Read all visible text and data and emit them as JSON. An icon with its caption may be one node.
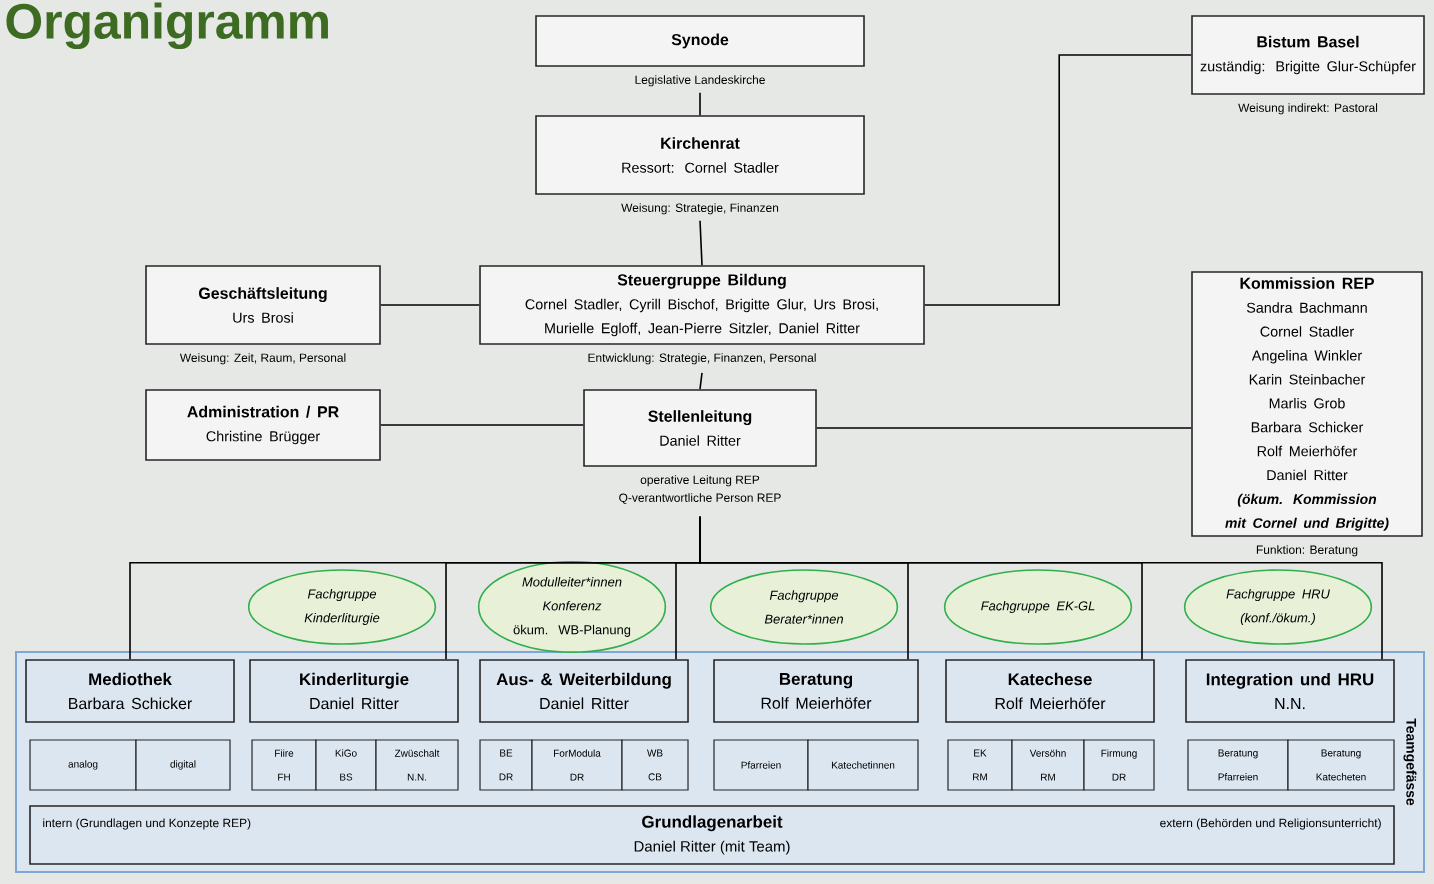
{
  "diagram": {
    "title": "Organigramm",
    "nodes": [
      {
        "text": [
          "Synode"
        ],
        "beside": [
          "Legislative Landeskirche"
        ]
      },
      {
        "text": [
          "Bistum Basel",
          "zuständig: Brigitte Glur-Schüpfer"
        ],
        "beside": [
          "Weisung indirekt: Pastoral"
        ]
      },
      {
        "text": [
          "Kirchenrat",
          "Ressort: Cornel Stadler"
        ],
        "beside": [
          "Weisung: Strategie, Finanzen"
        ]
      },
      {
        "text": [
          "Geschäftsleitung",
          "Urs Brosi"
        ],
        "beside": [
          "Weisung: Zeit, Raum, Personal"
        ]
      },
      {
        "text": [
          "Steuergruppe Bildung",
          "Cornel Stadler, Cyrill Bischof, Brigitte Glur, Urs Brosi, Murielle Egloff, Jean-Pierre Sitzler, Daniel Ritter"
        ],
        "beside": [
          "Entwicklung: Strategie, Finanzen, Personal"
        ]
      },
      {
        "text": [
          "Kommission REP",
          "Sandra Bachmann",
          "Cornel Stadler",
          "Angelina Winkler",
          "Karin Steinbacher",
          "Marlis Grob",
          "Barbara Schicker",
          "Rolf Meierhöfer",
          "Daniel Ritter",
          "(ökum. Kommission mit Cornel und Brigitte)"
        ],
        "beside": [
          "Funktion: Beratung"
        ]
      },
      {
        "text": [
          "Administration / PR",
          "Christine Brügger"
        ]
      },
      {
        "text": [
          "Stellenleitung",
          "Daniel Ritter"
        ],
        "beside": [
          "operative Leitung REP",
          "Q-verantwortliche Person REP"
        ]
      },
      {
        "text": [
          "Teamgefässe"
        ]
      },
      {
        "text": [
          "Fachgruppe Kinderliturgie"
        ]
      },
      {
        "text": [
          "Modulleiter*innen Konferenz",
          "ökum. WB-Planung"
        ]
      },
      {
        "text": [
          "Fachgruppe Berater*innen"
        ]
      },
      {
        "text": [
          "Fachgruppe EK-GL"
        ]
      },
      {
        "text": [
          "Fachgruppe HRU (konf./ökum.)"
        ]
      },
      {
        "text": [
          "Mediothek",
          "Barbara Schicker"
        ],
        "in": 8
      },
      {
        "text": [
          "Kinderliturgie",
          "Daniel Ritter"
        ],
        "in": 8
      },
      {
        "text": [
          "Aus- & Weiterbildung",
          "Daniel Ritter"
        ],
        "in": 8
      },
      {
        "text": [
          "Beratung",
          "Rolf Meierhöfer"
        ],
        "in": 8
      },
      {
        "text": [
          "Katechese",
          "Rolf Meierhöfer"
        ],
        "in": 8
      },
      {
        "text": [
          "Integration und HRU",
          "N.N."
        ],
        "in": 8
      },
      {
        "text": [
          "analog"
        ],
        "in": 8
      },
      {
        "text": [
          "digital"
        ],
        "in": 8
      },
      {
        "text": [
          "Fiire",
          "FH"
        ],
        "in": 8
      },
      {
        "text": [
          "KiGo",
          "BS"
        ],
        "in": 8
      },
      {
        "text": [
          "Zwüschalt",
          "N.N."
        ],
        "in": 8
      },
      {
        "text": [
          "BE",
          "DR"
        ],
        "in": 8
      },
      {
        "text": [
          "ForModula",
          "DR"
        ],
        "in": 8
      },
      {
        "text": [
          "WB",
          "CB"
        ],
        "in": 8
      },
      {
        "text": [
          "Pfarreien"
        ],
        "in": 8
      },
      {
        "text": [
          "Katechetinnen"
        ],
        "in": 8
      },
      {
        "text": [
          "EK",
          "RM"
        ],
        "in": 8
      },
      {
        "text": [
          "Versöhn",
          "RM"
        ],
        "in": 8
      },
      {
        "text": [
          "Firmung",
          "DR"
        ],
        "in": 8
      },
      {
        "text": [
          "Beratung",
          "Pfarreien"
        ],
        "in": 8
      },
      {
        "text": [
          "Beratung",
          "Katecheten"
        ],
        "in": 8
      },
      {
        "text": [
          "intern (Grundlagen und Konzepte REP)",
          "Grundlagenarbeit",
          "Daniel Ritter (mit Team)",
          "extern (Behörden und Religionsunterricht)"
        ],
        "in": 8
      }
    ],
    "edges": [
      {
        "from": 0,
        "to": 2,
        "arrow": "none"
      },
      {
        "from": 2,
        "to": 4,
        "arrow": "none"
      },
      {
        "from": 1,
        "to": 4,
        "arrow": "none"
      },
      {
        "from": 3,
        "to": 4,
        "arrow": "none"
      },
      {
        "from": 4,
        "to": 7,
        "arrow": "none"
      },
      {
        "from": 6,
        "to": 7,
        "arrow": "none"
      },
      {
        "from": 7,
        "to": 5,
        "arrow": "none"
      },
      {
        "from": 7,
        "to": 14,
        "arrow": "none"
      },
      {
        "from": 7,
        "to": 15,
        "arrow": "none"
      },
      {
        "from": 7,
        "to": 16,
        "arrow": "none"
      },
      {
        "from": 7,
        "to": 17,
        "arrow": "none"
      },
      {
        "from": 7,
        "to": 18,
        "arrow": "none"
      },
      {
        "from": 7,
        "to": 19,
        "arrow": "none"
      }
    ]
  }
}
